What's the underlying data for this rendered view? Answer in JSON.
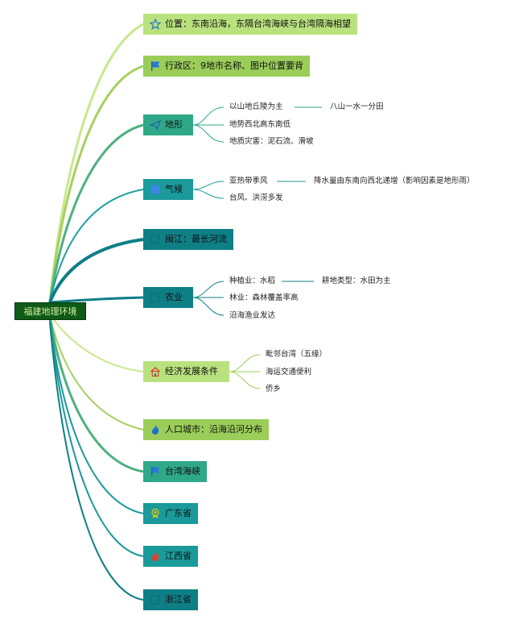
{
  "root": {
    "label": "福建地理环境"
  },
  "branches": [
    {
      "label": "位置：东南沿海，东隔台湾海峡与台湾隔海相望",
      "icon": "star-icon",
      "color": "#b9e27e",
      "leaves": []
    },
    {
      "label": "行政区：9地市名称、图中位置要背",
      "icon": "flag-icon",
      "color": "#9acd59",
      "leaves": []
    },
    {
      "label": "地形",
      "icon": "paper-plane-icon",
      "color": "#2fa888",
      "leaves": [
        {
          "label": "以山地丘陵为主",
          "sub": "八山一水一分田"
        },
        {
          "label": "地势西北高东南低",
          "sub": ""
        },
        {
          "label": "地质灾害：泥石流、滑坡",
          "sub": ""
        }
      ]
    },
    {
      "label": "气候",
      "icon": "blue-square-icon",
      "color": "#1a9a9a",
      "leaves": [
        {
          "label": "亚热带季风",
          "sub": "降水量由东南向西北递增（影响因素是地形雨）"
        },
        {
          "label": "台风、洪涝多发",
          "sub": ""
        }
      ]
    },
    {
      "label": "闽江：最长河流",
      "icon": "blank-icon",
      "color": "#0f7f86",
      "leaves": []
    },
    {
      "label": "农业",
      "icon": "blank-icon",
      "color": "#0f7f86",
      "leaves": [
        {
          "label": "种植业：水稻",
          "sub": "耕地类型：水田为主"
        },
        {
          "label": "林业：森林覆盖率高",
          "sub": ""
        },
        {
          "label": "沿海渔业发达",
          "sub": ""
        }
      ]
    },
    {
      "label": "经济发展条件",
      "icon": "house-icon",
      "color": "#b9e27e",
      "leaves": [
        {
          "label": "毗邻台湾（五缘）",
          "sub": ""
        },
        {
          "label": "海运交通便利",
          "sub": ""
        },
        {
          "label": "侨乡",
          "sub": ""
        }
      ]
    },
    {
      "label": "人口城市：沿海沿河分布",
      "icon": "flame-icon",
      "color": "#9acd59",
      "leaves": []
    },
    {
      "label": "台湾海峡",
      "icon": "flag-icon",
      "color": "#2fa888",
      "leaves": []
    },
    {
      "label": "广东省",
      "icon": "badge-icon",
      "color": "#1a9a9a",
      "leaves": []
    },
    {
      "label": "江西省",
      "icon": "flame-red-icon",
      "color": "#1a9a9a",
      "leaves": []
    },
    {
      "label": "浙江省",
      "icon": "blank-icon",
      "color": "#0f7f86",
      "leaves": []
    }
  ]
}
